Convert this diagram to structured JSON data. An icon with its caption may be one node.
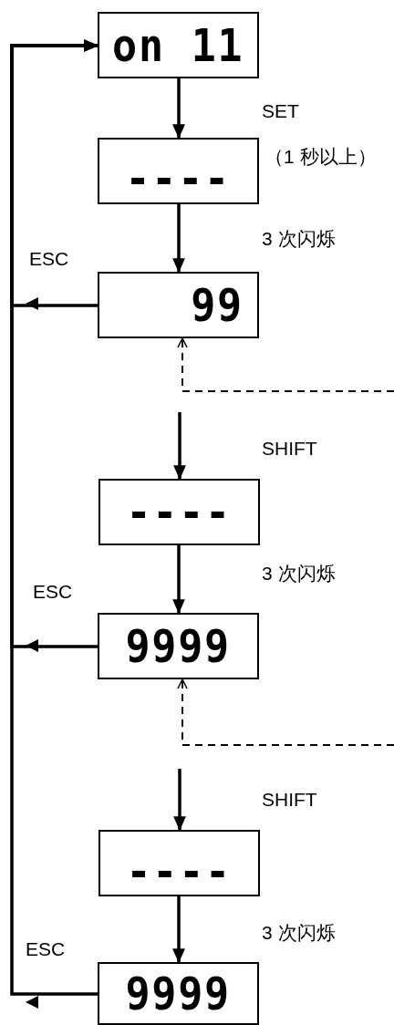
{
  "diagram": {
    "nodes": [
      {
        "text": [
          "on 11"
        ]
      },
      {
        "text": [
          "----"
        ]
      },
      {
        "text": [
          "99"
        ]
      },
      {
        "text": [
          "----"
        ]
      },
      {
        "text": [
          "9999"
        ]
      },
      {
        "text": [
          "----"
        ]
      },
      {
        "text": [
          "9999"
        ]
      }
    ],
    "edges": [
      {
        "from": 0,
        "to": 1,
        "arrow": "to",
        "label": "SET"
      },
      {
        "from": 1,
        "to": 2,
        "arrow": "to",
        "label": "3 次闪烁"
      },
      {
        "from": null,
        "to": 2,
        "arrow": "to",
        "style": "dashed"
      },
      {
        "from": null,
        "to": 3,
        "arrow": "to",
        "label": "SHIFT"
      },
      {
        "from": 3,
        "to": 4,
        "arrow": "to",
        "label": "3 次闪烁"
      },
      {
        "from": null,
        "to": 4,
        "arrow": "to",
        "style": "dashed"
      },
      {
        "from": null,
        "to": 5,
        "arrow": "to",
        "label": "SHIFT"
      },
      {
        "from": 5,
        "to": 6,
        "arrow": "to",
        "label": "3 次闪烁"
      },
      {
        "from": 2,
        "to": 0,
        "arrow": "to",
        "label": "ESC"
      },
      {
        "from": 4,
        "to": 0,
        "arrow": "to",
        "label": "ESC"
      },
      {
        "from": 6,
        "to": 0,
        "arrow": "to",
        "label": "ESC"
      }
    ],
    "labels": [
      "（1 秒以上）"
    ]
  }
}
